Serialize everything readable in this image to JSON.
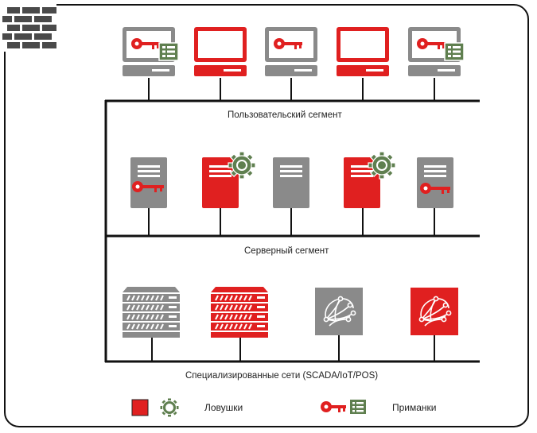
{
  "segments": {
    "user": "Пользовательский сегмент",
    "server": "Серверный сегмент",
    "special": "Специализированные сети (SCADA/IoT/POS)"
  },
  "legend": {
    "traps": "Ловушки",
    "lures": "Приманки"
  },
  "colors": {
    "decoy_red": "#e02020",
    "real_gray": "#8a8a8a",
    "lure_green": "#5f7f4f",
    "line": "#111111"
  },
  "nodes": {
    "workstations": [
      {
        "kind": "real",
        "lures": [
          "key",
          "file"
        ]
      },
      {
        "kind": "trap",
        "lures": []
      },
      {
        "kind": "real",
        "lures": [
          "key"
        ]
      },
      {
        "kind": "trap",
        "lures": []
      },
      {
        "kind": "real",
        "lures": [
          "key",
          "file"
        ]
      }
    ],
    "servers": [
      {
        "kind": "real",
        "lures": [
          "key"
        ]
      },
      {
        "kind": "trap",
        "lures": [
          "gear"
        ]
      },
      {
        "kind": "real",
        "lures": []
      },
      {
        "kind": "trap",
        "lures": [
          "gear"
        ]
      },
      {
        "kind": "real",
        "lures": [
          "key"
        ]
      }
    ],
    "special": [
      {
        "kind": "real",
        "type": "rack"
      },
      {
        "kind": "trap",
        "type": "rack"
      },
      {
        "kind": "real",
        "type": "iot"
      },
      {
        "kind": "trap",
        "type": "iot"
      }
    ]
  }
}
